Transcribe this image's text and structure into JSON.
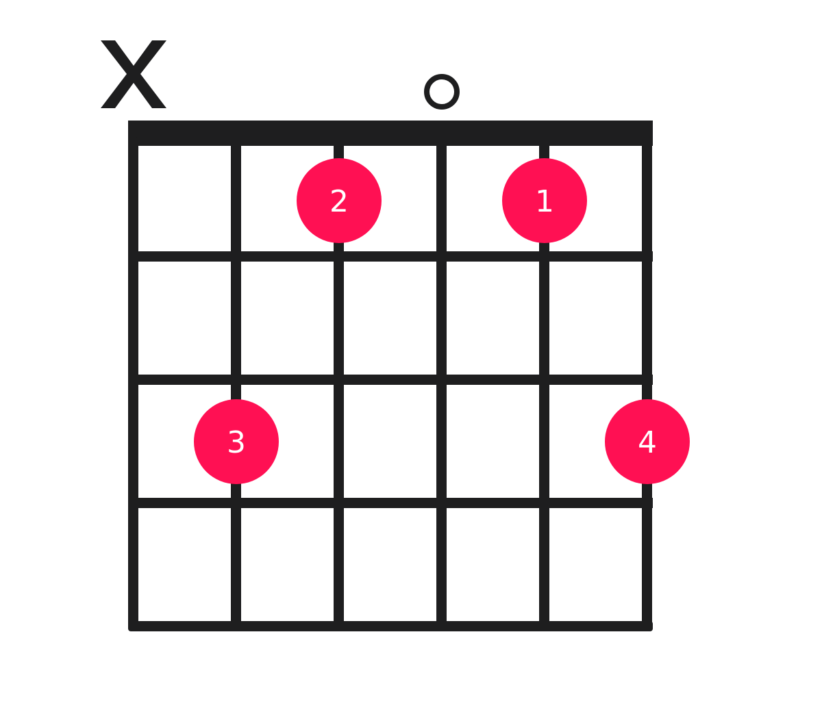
{
  "chord": {
    "strings": 6,
    "frets_shown": 4,
    "colors": {
      "line": "#1e1e1f",
      "dot": "#ff1053",
      "dot_text": "#ffffff",
      "background": "#ffffff"
    },
    "string_markers": [
      {
        "string": 1,
        "type": "muted",
        "symbol": "X"
      },
      {
        "string": 4,
        "type": "open",
        "symbol": "O"
      }
    ],
    "fingers": [
      {
        "string": 3,
        "fret": 1,
        "finger": "2"
      },
      {
        "string": 5,
        "fret": 1,
        "finger": "1"
      },
      {
        "string": 2,
        "fret": 3,
        "finger": "3"
      },
      {
        "string": 6,
        "fret": 3,
        "finger": "4"
      }
    ]
  }
}
